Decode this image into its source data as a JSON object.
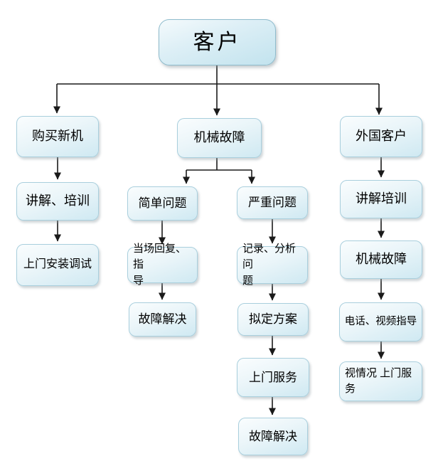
{
  "diagram_type": "flowchart",
  "nodes": {
    "customer": {
      "label": "客户"
    },
    "buy_new_machine": {
      "label": "购买新机"
    },
    "explain_training_left": {
      "label": "讲解、培训"
    },
    "onsite_install_debug": {
      "label": "上门安装调试"
    },
    "mechanical_fault": {
      "label": "机械故障"
    },
    "simple_problem": {
      "label": "简单问题"
    },
    "onspot_reply_guidance": {
      "label": "当场回复、指\n导"
    },
    "fault_resolved_simple": {
      "label": "故障解决"
    },
    "serious_problem": {
      "label": "严重问题"
    },
    "record_analyze_problem": {
      "label": "记录、分析问\n题"
    },
    "draft_plan": {
      "label": "拟定方案"
    },
    "onsite_service": {
      "label": "上门服务"
    },
    "fault_resolved_serious": {
      "label": "故障解决"
    },
    "foreign_customer": {
      "label": "外国客户"
    },
    "explain_training_right": {
      "label": "讲解培训"
    },
    "mechanical_fault_foreign": {
      "label": "机械故障"
    },
    "phone_video_guidance": {
      "label": "电话、视频指导"
    },
    "onsite_service_conditional": {
      "label": "视情况 上门服\n务"
    }
  },
  "edges": [
    {
      "from": "customer",
      "to": "buy_new_machine"
    },
    {
      "from": "customer",
      "to": "mechanical_fault"
    },
    {
      "from": "customer",
      "to": "foreign_customer"
    },
    {
      "from": "buy_new_machine",
      "to": "explain_training_left"
    },
    {
      "from": "explain_training_left",
      "to": "onsite_install_debug"
    },
    {
      "from": "mechanical_fault",
      "to": "simple_problem"
    },
    {
      "from": "mechanical_fault",
      "to": "serious_problem"
    },
    {
      "from": "simple_problem",
      "to": "onspot_reply_guidance"
    },
    {
      "from": "onspot_reply_guidance",
      "to": "fault_resolved_simple"
    },
    {
      "from": "serious_problem",
      "to": "record_analyze_problem"
    },
    {
      "from": "record_analyze_problem",
      "to": "draft_plan"
    },
    {
      "from": "draft_plan",
      "to": "onsite_service"
    },
    {
      "from": "onsite_service",
      "to": "fault_resolved_serious"
    },
    {
      "from": "foreign_customer",
      "to": "explain_training_right"
    },
    {
      "from": "explain_training_right",
      "to": "mechanical_fault_foreign"
    },
    {
      "from": "mechanical_fault_foreign",
      "to": "phone_video_guidance"
    },
    {
      "from": "phone_video_guidance",
      "to": "onsite_service_conditional"
    }
  ],
  "colors": {
    "background": "#ffffff",
    "box_border": "#a9cfdd",
    "box_fill_top": "#fafdfe",
    "box_fill_bottom": "#cfe9f2",
    "root_border": "#8fbccd",
    "root_fill_bottom": "#c2e3ee",
    "arrow": "#1a1a1a"
  }
}
